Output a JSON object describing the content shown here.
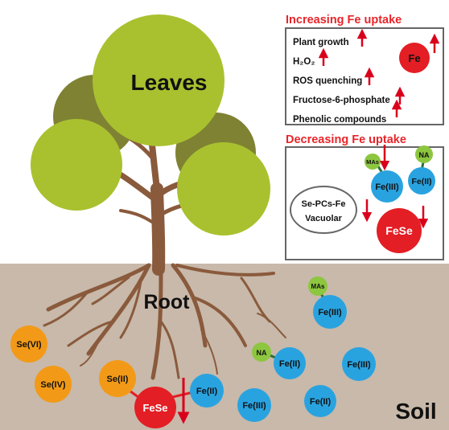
{
  "tree": {
    "leaves_label": "Leaves",
    "root_label": "Root"
  },
  "soil": {
    "label": "Soil",
    "molecules": {
      "se_vi": "Se(VI)",
      "se_iv": "Se(IV)",
      "se_ii": "Se(II)",
      "fese": "FeSe",
      "fe_ii": "Fe(II)",
      "fe_iii": "Fe(III)",
      "na": "NA",
      "mas": "MAs"
    }
  },
  "increasing_panel": {
    "title": "Increasing Fe uptake",
    "items": [
      "Plant growth",
      "H₂O₂",
      "ROS quenching",
      "Fructose-6-phosphate",
      "Phenolic compounds"
    ],
    "fe_label": "Fe"
  },
  "decreasing_panel": {
    "title": "Decreasing Fe uptake",
    "vacuolar_line1": "Se-PCs-Fe",
    "vacuolar_line2": "Vacuolar",
    "mas": "MAs",
    "fe_iii": "Fe(III)",
    "na": "NA",
    "fe_ii": "Fe(II)",
    "fese": "FeSe"
  },
  "colors": {
    "soil": "#c8b9aa",
    "leaf": "#a9c12f",
    "leaf_dark": "#7f8233",
    "trunk": "#8a5a3c",
    "fe_blue": "#29a3e0",
    "se_orange": "#f29a18",
    "na_green": "#8dc63f",
    "fese_red": "#e31e24",
    "arrow_red": "#d9001b",
    "title_red": "#e8252a"
  }
}
